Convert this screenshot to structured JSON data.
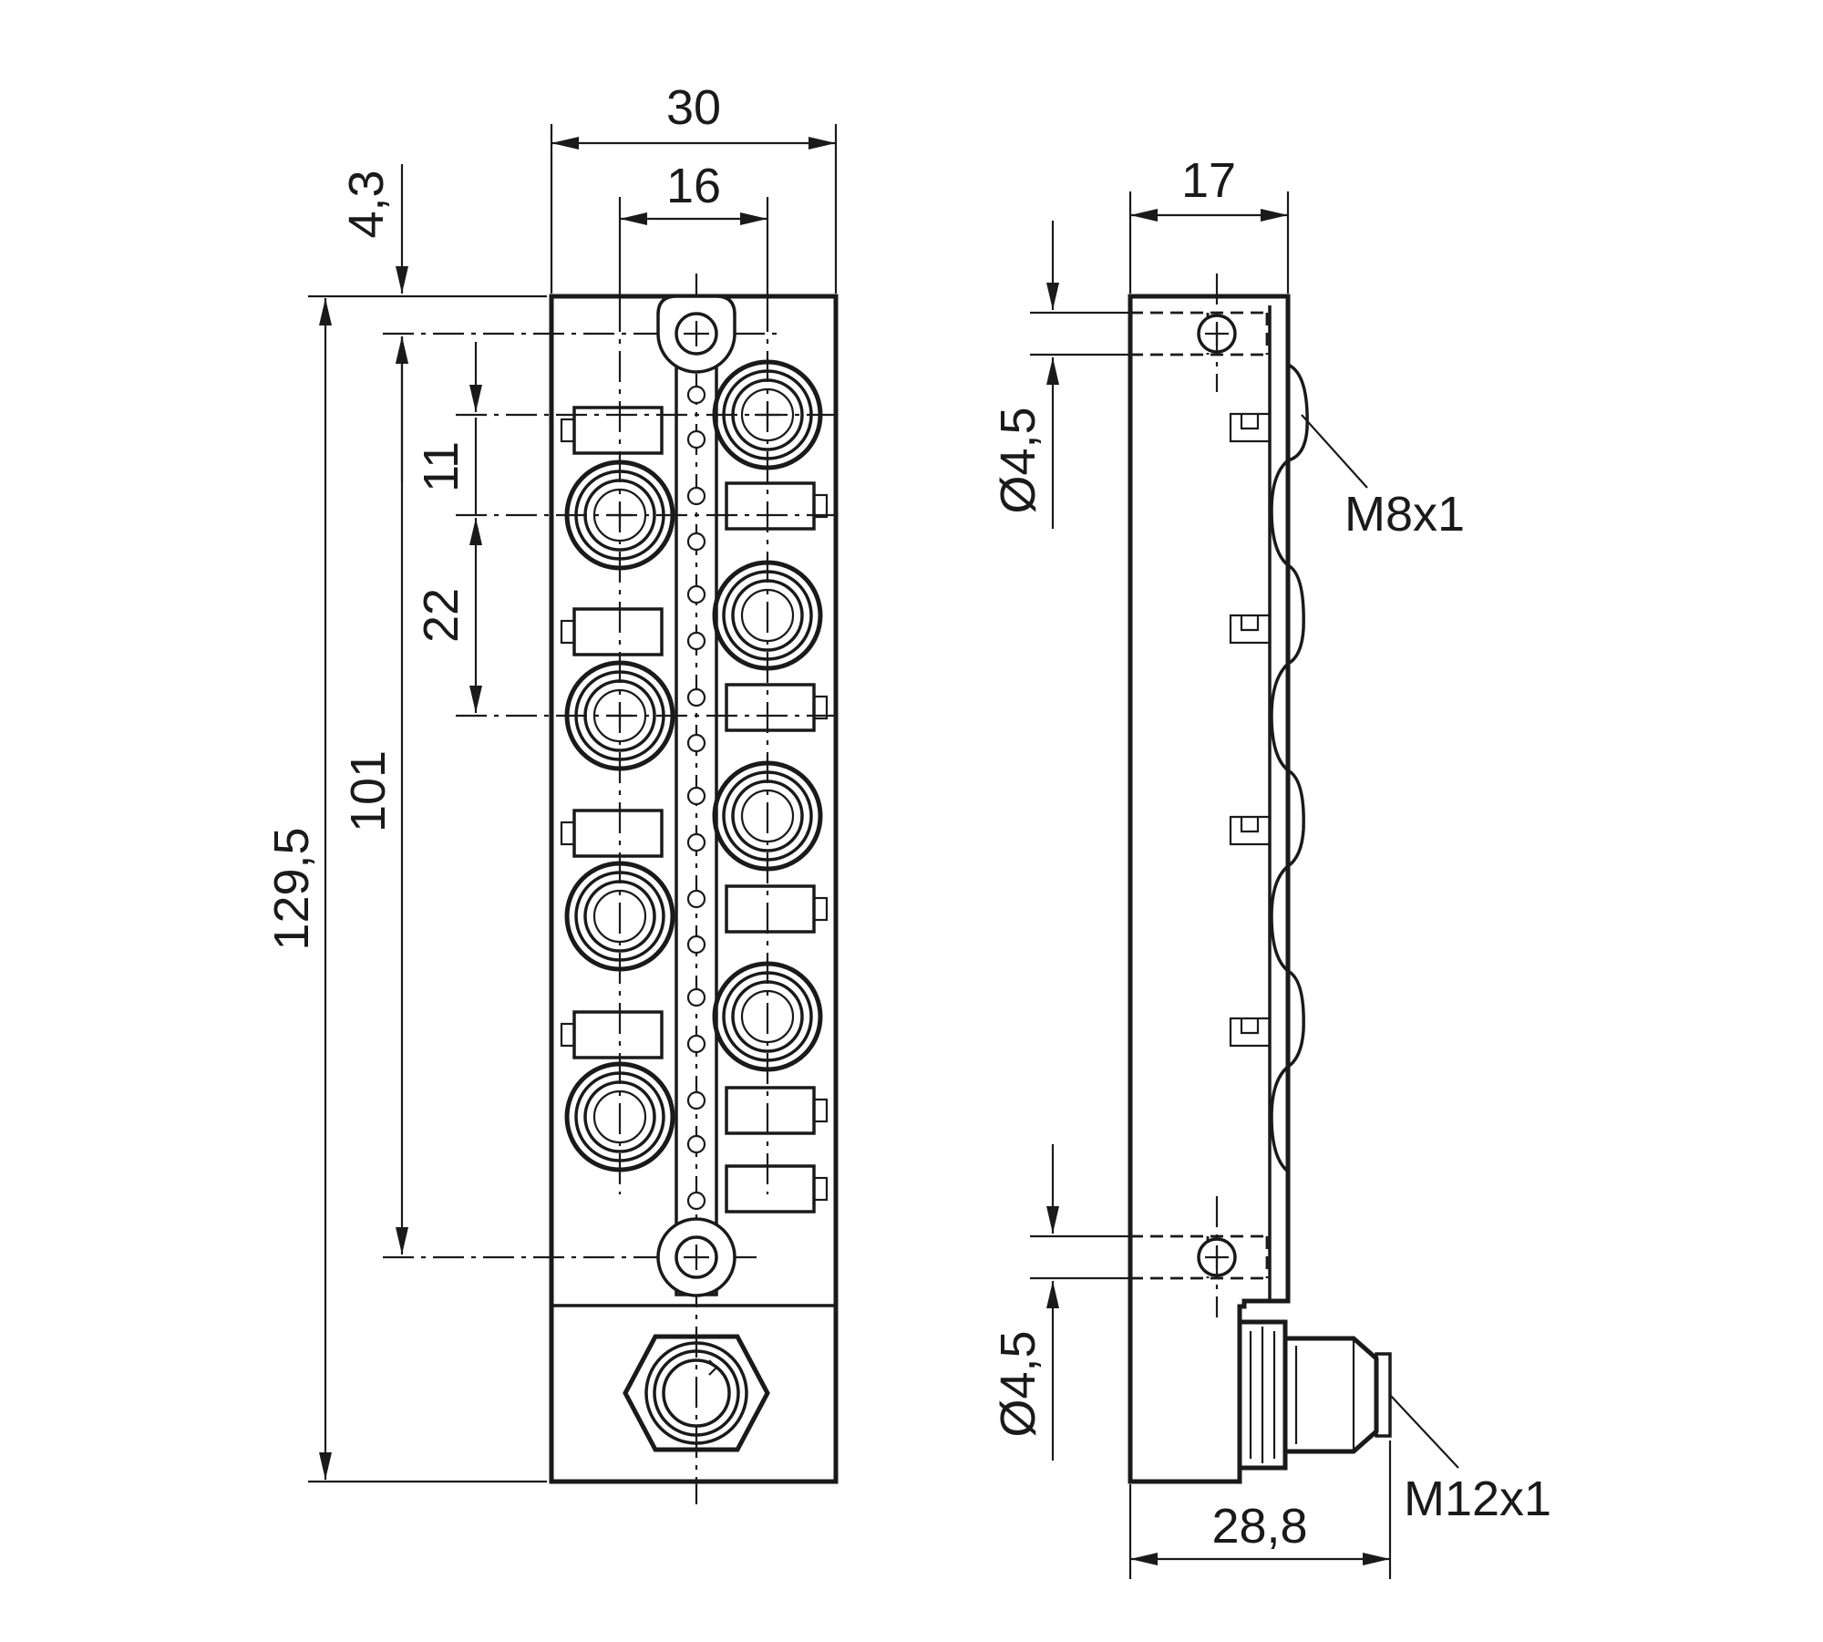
{
  "dimensions": {
    "width_overall": "30",
    "width_inner": "16",
    "top_offset": "4,3",
    "height_overall": "129,5",
    "hole_pitch": "101",
    "pitch_11": "11",
    "pitch_22": "22",
    "depth": "17",
    "hole_dia_top": "Ø4,5",
    "hole_dia_bottom": "Ø4,5",
    "depth_with_connector": "28,8"
  },
  "labels": {
    "m8": "M8x1",
    "m12": "M12x1"
  },
  "colors": {
    "line": "#1a1a1a",
    "background": "#ffffff"
  }
}
